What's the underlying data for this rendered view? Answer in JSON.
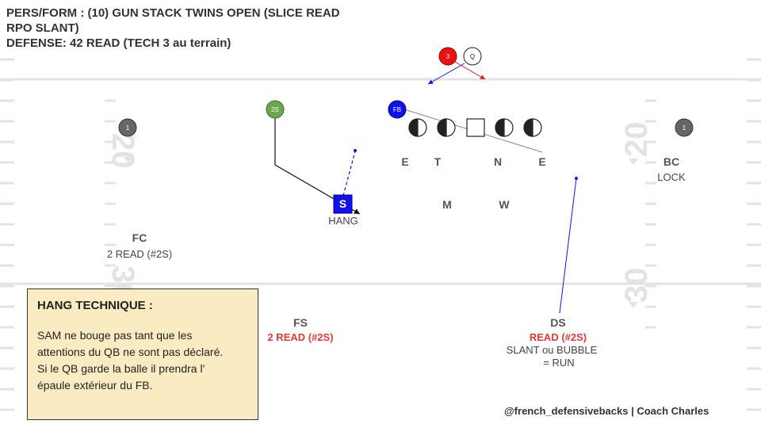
{
  "title": {
    "line1": "PERS/FORM : (10) GUN STACK TWINS OPEN (SLICE READ",
    "line2": "RPO SLANT)",
    "line3": "DEFENSE: 42 READ (TECH 3 au terrain)"
  },
  "field_numbers": {
    "left_top": "20",
    "left_bottom": "30",
    "right_top": "20",
    "right_bottom": "30"
  },
  "offense": {
    "receiver_left": "1",
    "receiver_right": "1",
    "slot": "2S",
    "fb": "FB",
    "qb": "Q",
    "rb": "3"
  },
  "defense": {
    "E_left": "E",
    "T": "T",
    "N": "N",
    "E_right": "E",
    "M": "M",
    "W": "W",
    "S": "S",
    "S_note": "HANG",
    "FC": "FC",
    "FC_note": "2 READ (#2S)",
    "BC": "BC",
    "BC_note": "LOCK",
    "FS": "FS",
    "FS_note": "2 READ (#2S)",
    "DS": "DS",
    "DS_note": "READ (#2S)",
    "DS_note2": "SLANT ou BUBBLE",
    "DS_note3": "= RUN"
  },
  "box": {
    "heading": "HANG TECHNIQUE :",
    "line1": "SAM ne bouge pas tant que les",
    "line2": "attentions du QB ne sont pas déclaré.",
    "line3": "Si le QB garde la balle il prendra l’",
    "line4": "épaule extérieur du FB."
  },
  "credit": "@french_defensivebacks | Coach Charles",
  "colors": {
    "rb": "#ee1111",
    "fb": "#1111ee",
    "slot": "#6aa84f",
    "receiver": "#666666",
    "sam": "#1111ee",
    "red_text": "#e53935",
    "box_bg": "#fbebc2"
  }
}
